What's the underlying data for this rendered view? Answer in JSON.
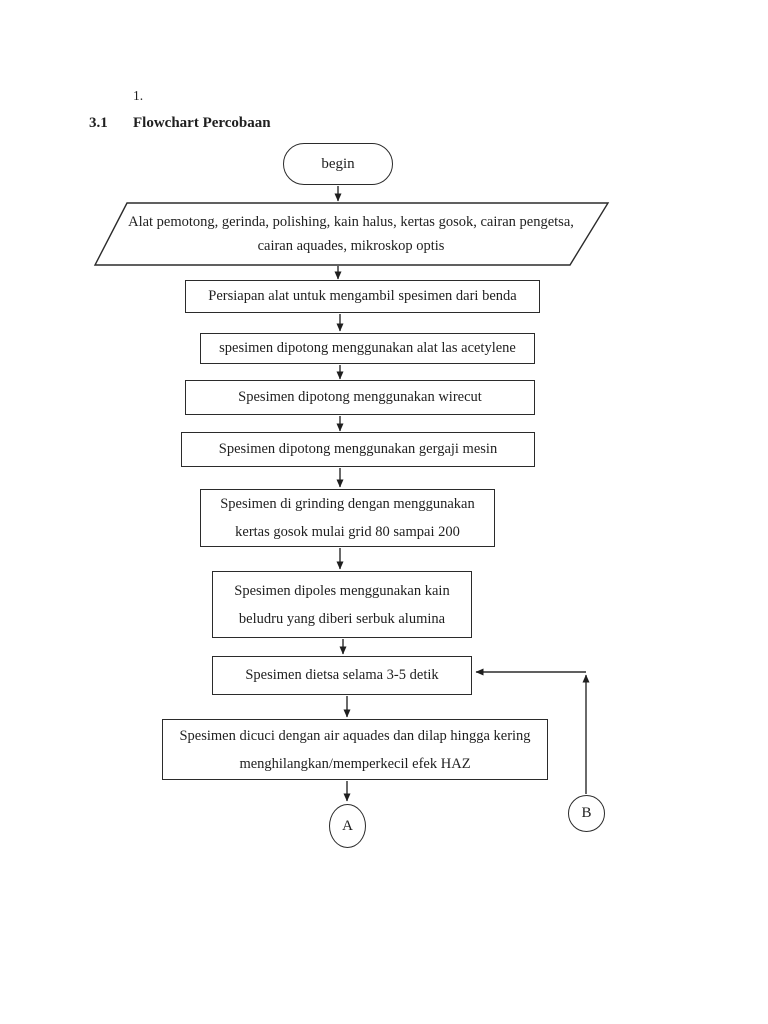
{
  "page": {
    "list_marker": "1.",
    "heading": {
      "number": "3.1",
      "title": "Flowchart Percobaan"
    }
  },
  "colors": {
    "ink": "#1f1f1f",
    "line": "#2b2b2b",
    "background": "#ffffff"
  },
  "flowchart": {
    "start_label": "begin",
    "input": {
      "lines": [
        "Alat pemotong, gerinda, polishing, kain halus, kertas gosok,",
        "cairan pengetsa, cairan aquades, mikroskop optis"
      ]
    },
    "steps": [
      {
        "lines": [
          "Persiapan alat untuk mengambil spesimen dari benda"
        ]
      },
      {
        "lines": [
          "spesimen dipotong menggunakan alat las acetylene"
        ]
      },
      {
        "lines": [
          "Spesimen dipotong menggunakan wirecut"
        ]
      },
      {
        "lines": [
          "Spesimen dipotong menggunakan gergaji mesin"
        ]
      },
      {
        "lines": [
          "Spesimen di grinding dengan menggunakan",
          "kertas gosok mulai grid 80 sampai 200"
        ]
      },
      {
        "lines": [
          "Spesimen dipoles menggunakan kain",
          "beludru yang diberi serbuk alumina"
        ]
      },
      {
        "lines": [
          "Spesimen dietsa selama 3-5 detik"
        ]
      },
      {
        "lines": [
          "Spesimen dicuci dengan air aquades dan dilap hingga kering",
          "menghilangkan/memperkecil efek HAZ"
        ]
      }
    ],
    "connectors": {
      "a": "A",
      "b": "B"
    }
  }
}
